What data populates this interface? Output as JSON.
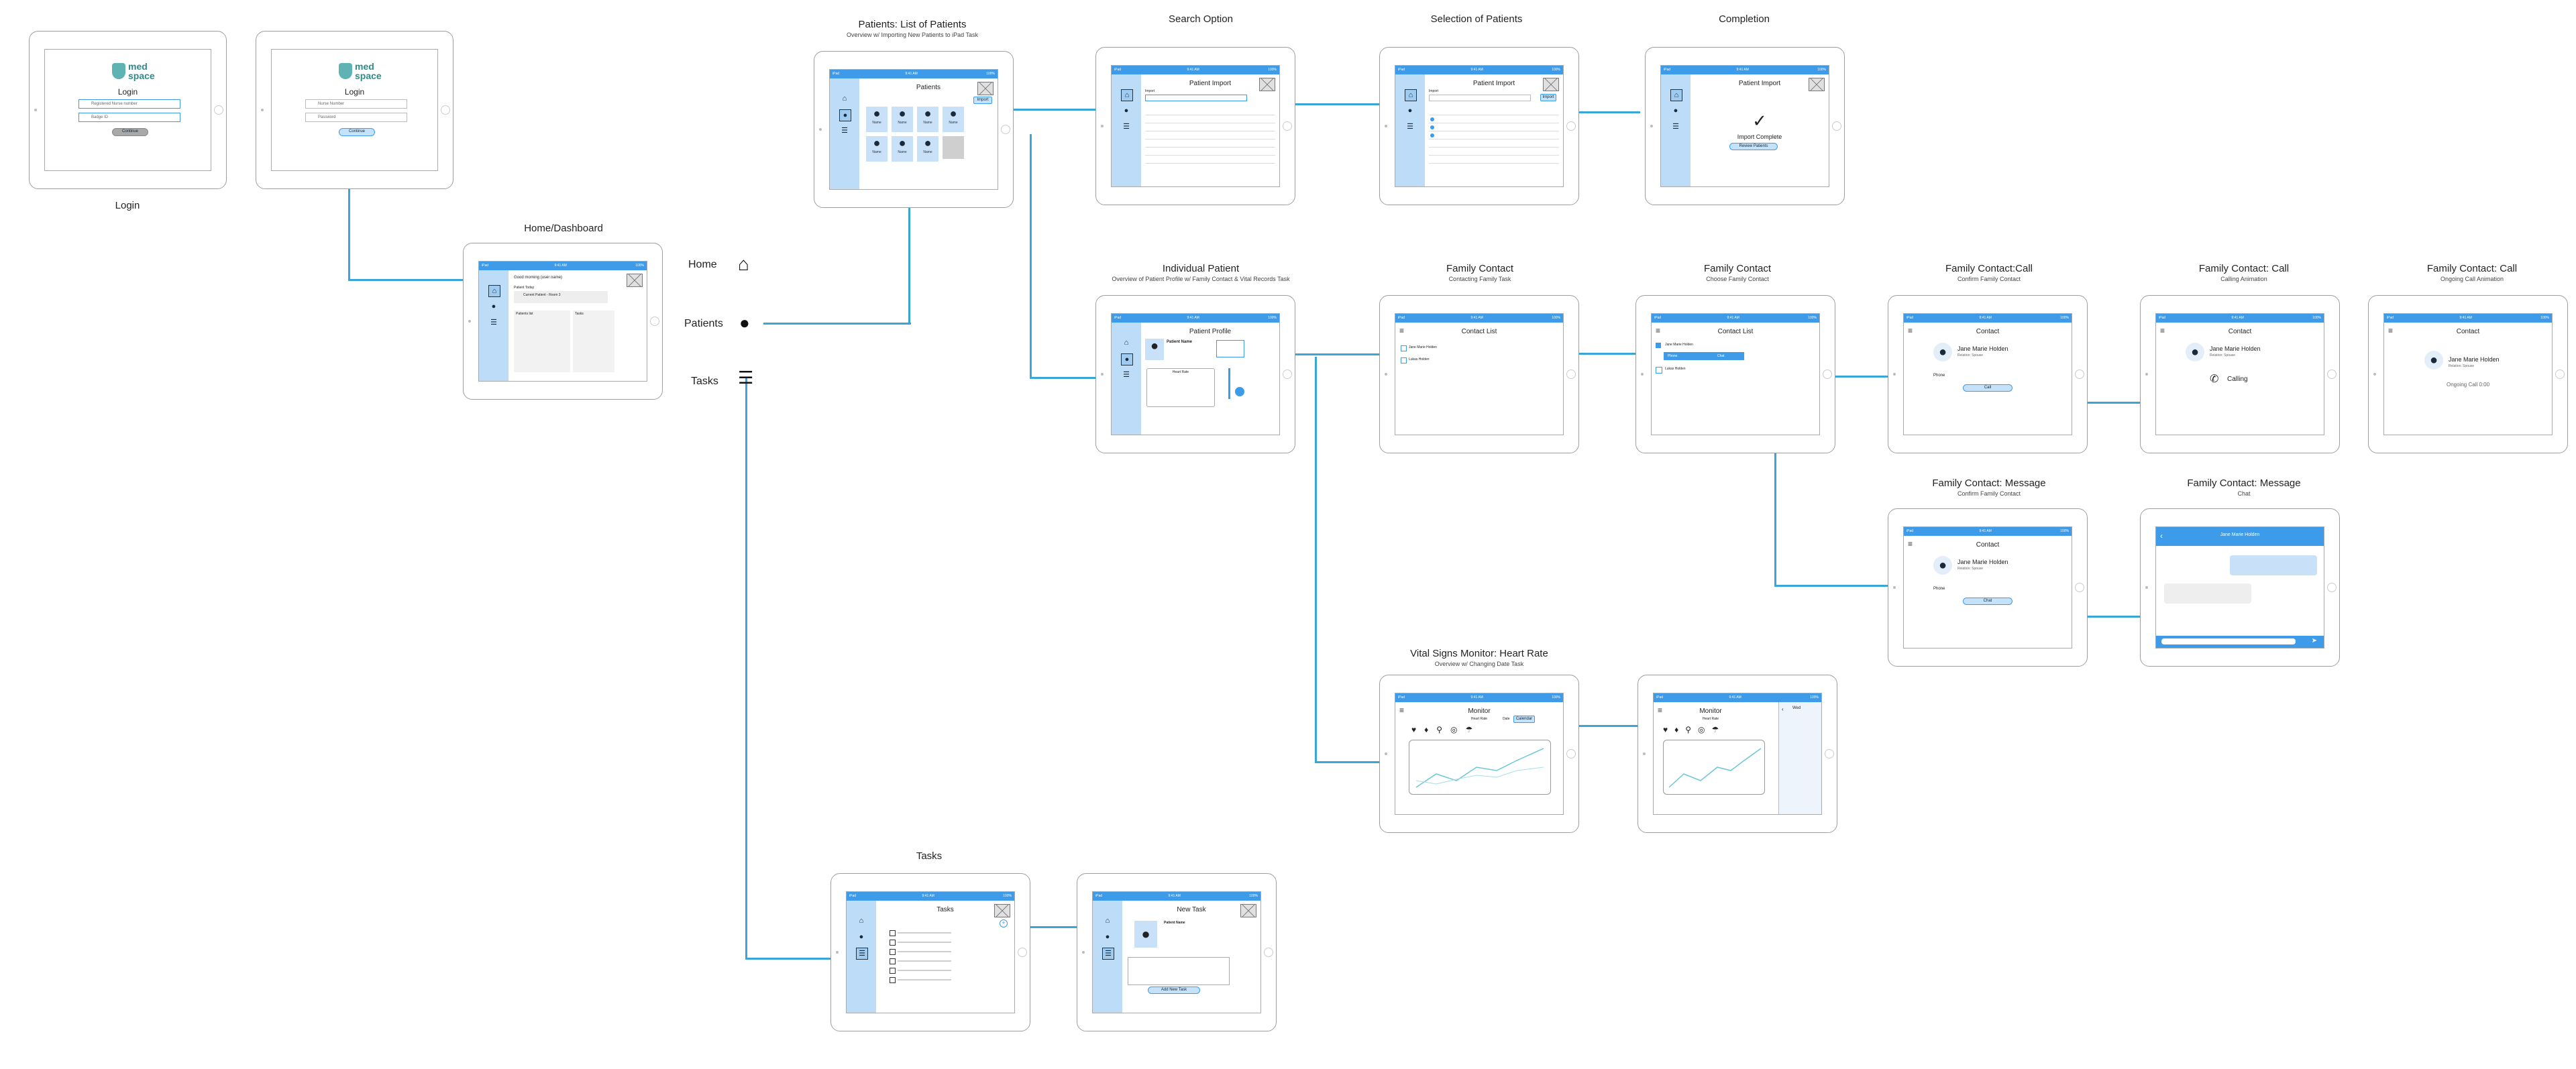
{
  "captions": {
    "login": "Login",
    "home": "Home/Dashboard",
    "patients_list": "Patients:  List of Patients",
    "patients_list_sub": "Overview w/ Importing New Patients to iPad Task",
    "search": "Search Option",
    "selection": "Selection of Patients",
    "completion": "Completion",
    "individual": "Individual Patient",
    "individual_sub": "Overview of Patient Profile w/ Family Contact & Vital Records Task",
    "family1": "Family Contact",
    "family1_sub": "Contacting Family Task",
    "family2": "Family Contact",
    "family2_sub": "Choose Family Contact",
    "call1": "Family Contact:Call",
    "call1_sub": "Confirm Family Contact",
    "call2": "Family Contact: Call",
    "call2_sub": "Calling Animation",
    "call3": "Family Contact: Call",
    "call3_sub": "Ongoing Call Animation",
    "msg1": "Family Contact: Message",
    "msg1_sub": "Confirm Family Contact",
    "msg2": "Family Contact: Message",
    "msg2_sub": "Chat",
    "vitals": "Vital Signs Monitor: Heart Rate",
    "vitals_sub": "Overview w/ Changing Date Task",
    "tasks": "Tasks"
  },
  "nav_legend": {
    "home": "Home",
    "patients": "Patients",
    "tasks": "Tasks"
  },
  "login": {
    "logo_top": "med",
    "logo_bottom": "space",
    "title": "Login",
    "field1": "Registered Nurse number",
    "field2": "Badge ID",
    "button": "Continue",
    "b_field1": "Nurse Number",
    "b_field2": "Password"
  },
  "status": {
    "left": "iPad",
    "center": "9:41 AM",
    "right": "100%"
  },
  "dashboard": {
    "greeting": "Good morning (user name)",
    "section": "Patient Today",
    "card_name": "Current Patient - Room 3",
    "col1": "Patients list",
    "col2": "Tasks"
  },
  "patients": {
    "title": "Patients",
    "import": "Import",
    "tile_name": "Name"
  },
  "import": {
    "title": "Patient Import",
    "label": "Import",
    "done": "Import Complete",
    "review": "Review Patients"
  },
  "profile": {
    "title": "Patient Profile",
    "name": "Patient Name",
    "chart_title": "Heart Rate"
  },
  "contact": {
    "title": "Contact List",
    "person1": "Jane Marie Holden",
    "person2": "Lukas Holden",
    "call": "Phone",
    "message": "Chat"
  },
  "call": {
    "title": "Contact",
    "name": "Jane Marie Holden",
    "relation": "Relation: Spouse",
    "phone_label": "Phone",
    "call_btn": "Call",
    "calling": "Calling",
    "ongoing": "Ongoing Call 0:00"
  },
  "message": {
    "title": "Contact",
    "chat_btn": "Chat",
    "phone_label": "Phone"
  },
  "monitor": {
    "title": "Monitor",
    "sub": "Heart Rate",
    "date_label": "Date",
    "date_btn": "Calendar",
    "month": "Wed"
  },
  "tasks": {
    "title": "Tasks",
    "new_title": "New Task",
    "add_btn": "Add New Task",
    "patient_name": "Patient Name"
  },
  "colors": {
    "accent": "#3d9be9",
    "sidebar": "#bcdcf7",
    "link": "#3aa6d8"
  }
}
